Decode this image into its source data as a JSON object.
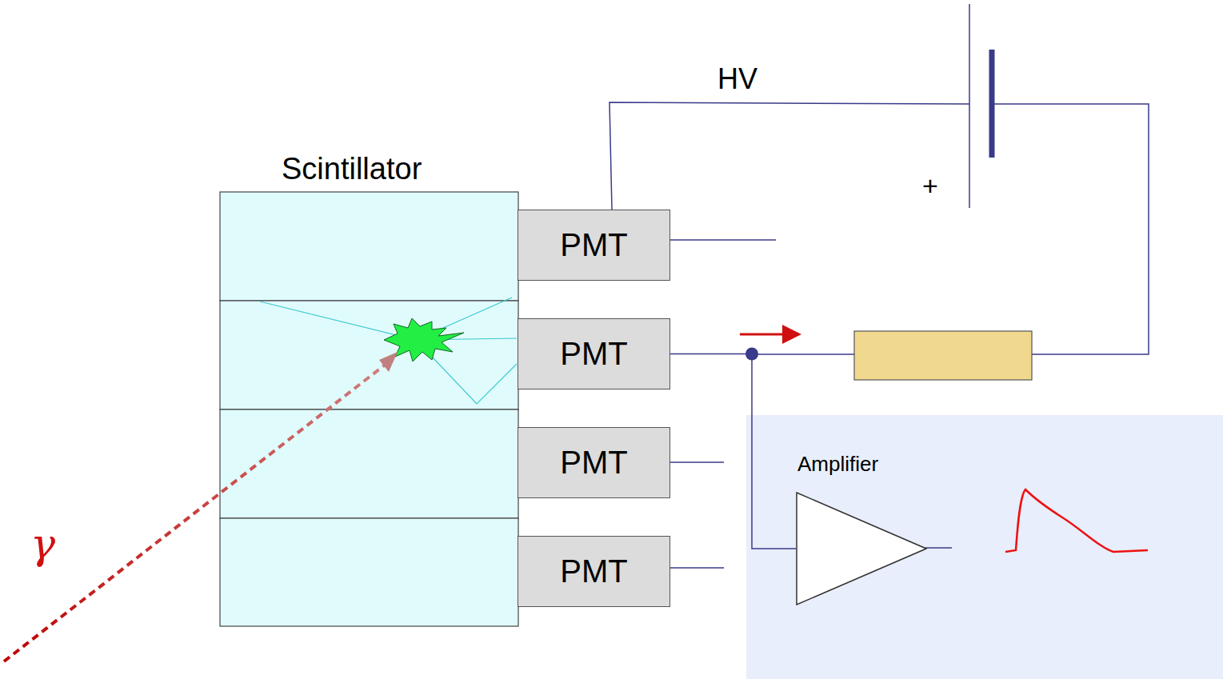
{
  "diagram": {
    "nodes": [
      {
        "text": [
          "PMT"
        ]
      },
      {
        "text": [
          "PMT"
        ]
      },
      {
        "text": [
          "PMT"
        ]
      },
      {
        "text": [
          "PMT"
        ]
      },
      {
        "text": [
          "Amplifier"
        ]
      }
    ],
    "edges": [
      {
        "from": 1,
        "to": 4,
        "arrow": "none"
      }
    ],
    "labels": [
      "Scintillator",
      "HV",
      "+",
      "γ"
    ]
  }
}
